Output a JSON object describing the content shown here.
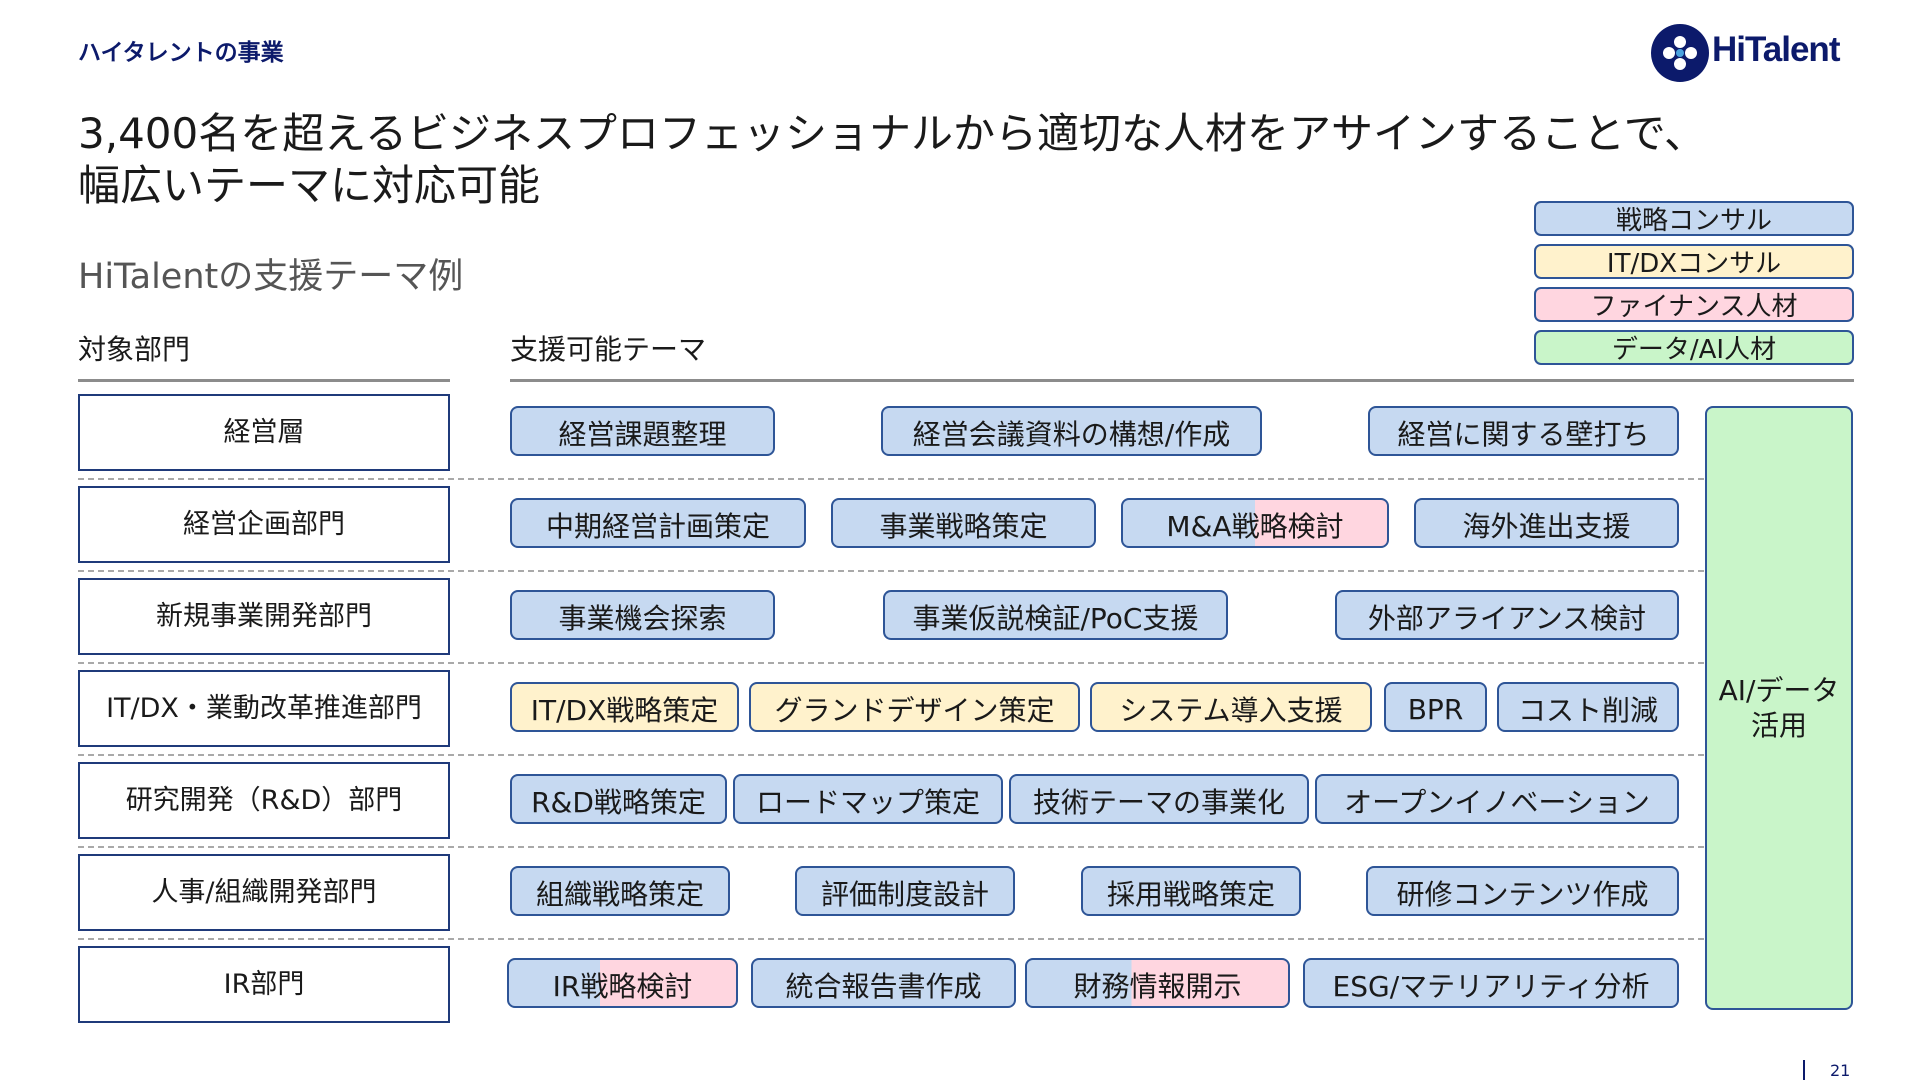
{
  "header": {
    "section_label": "ハイタレントの事業",
    "logo_text": "HiTalent",
    "headline_line1": "3,400名を超えるビジネスプロフェッショナルから適切な人材をアサインすることで、",
    "headline_line2": "幅広いテーマに対応可能",
    "subtitle": "HiTalentの支援テーマ例"
  },
  "colors": {
    "strategy": "#c6d9f1",
    "itdx": "#fff2cc",
    "finance": "#ffd6e0",
    "data_ai": "#c9f5c9",
    "border": "#2e5597",
    "navy": "#0c1a6b"
  },
  "legend": [
    {
      "label": "戦略コンサル",
      "color": "#c6d9f1"
    },
    {
      "label": "IT/DXコンサル",
      "color": "#fff2cc"
    },
    {
      "label": "ファイナンス人材",
      "color": "#ffd6e0"
    },
    {
      "label": "データ/AI人材",
      "color": "#c9f5c9"
    }
  ],
  "columns": {
    "departments": "対象部門",
    "themes": "支援可能テーマ"
  },
  "rows": [
    {
      "dept": "経営層",
      "chips": [
        {
          "label": "経営課題整理",
          "type": "strategy"
        },
        {
          "label": "経営会議資料の構想/作成",
          "type": "strategy"
        },
        {
          "label": "経営に関する壁打ち",
          "type": "strategy"
        }
      ]
    },
    {
      "dept": "経営企画部門",
      "chips": [
        {
          "label": "中期経営計画策定",
          "type": "strategy"
        },
        {
          "label": "事業戦略策定",
          "type": "strategy"
        },
        {
          "label": "M&A戦略検討",
          "type": "strategy-finance"
        },
        {
          "label": "海外進出支援",
          "type": "strategy"
        }
      ]
    },
    {
      "dept": "新規事業開発部門",
      "chips": [
        {
          "label": "事業機会探索",
          "type": "strategy"
        },
        {
          "label": "事業仮説検証/PoC支援",
          "type": "strategy"
        },
        {
          "label": "外部アライアンス検討",
          "type": "strategy"
        }
      ]
    },
    {
      "dept": "IT/DX・業動改革推進部門",
      "chips": [
        {
          "label": "IT/DX戦略策定",
          "type": "itdx"
        },
        {
          "label": "グランドデザイン策定",
          "type": "itdx"
        },
        {
          "label": "システム導入支援",
          "type": "itdx"
        },
        {
          "label": "BPR",
          "type": "strategy"
        },
        {
          "label": "コスト削減",
          "type": "strategy"
        }
      ]
    },
    {
      "dept": "研究開発（R&D）部門",
      "chips": [
        {
          "label": "R&D戦略策定",
          "type": "strategy"
        },
        {
          "label": "ロードマップ策定",
          "type": "strategy"
        },
        {
          "label": "技術テーマの事業化",
          "type": "strategy"
        },
        {
          "label": "オープンイノベーション",
          "type": "strategy"
        }
      ]
    },
    {
      "dept": "人事/組織開発部門",
      "chips": [
        {
          "label": "組織戦略策定",
          "type": "strategy"
        },
        {
          "label": "評価制度設計",
          "type": "strategy"
        },
        {
          "label": "採用戦略策定",
          "type": "strategy"
        },
        {
          "label": "研修コンテンツ作成",
          "type": "strategy"
        }
      ]
    },
    {
      "dept": "IR部門",
      "chips": [
        {
          "label": "IR戦略検討",
          "type": "strategy-finance"
        },
        {
          "label": "統合報告書作成",
          "type": "strategy"
        },
        {
          "label": "財務情報開示",
          "type": "strategy-finance"
        },
        {
          "label": "ESG/マテリアリティ分析",
          "type": "strategy"
        }
      ]
    }
  ],
  "ai_column": {
    "line1": "AI/データ",
    "line2": "活用"
  },
  "footer": {
    "page_number": "21"
  }
}
